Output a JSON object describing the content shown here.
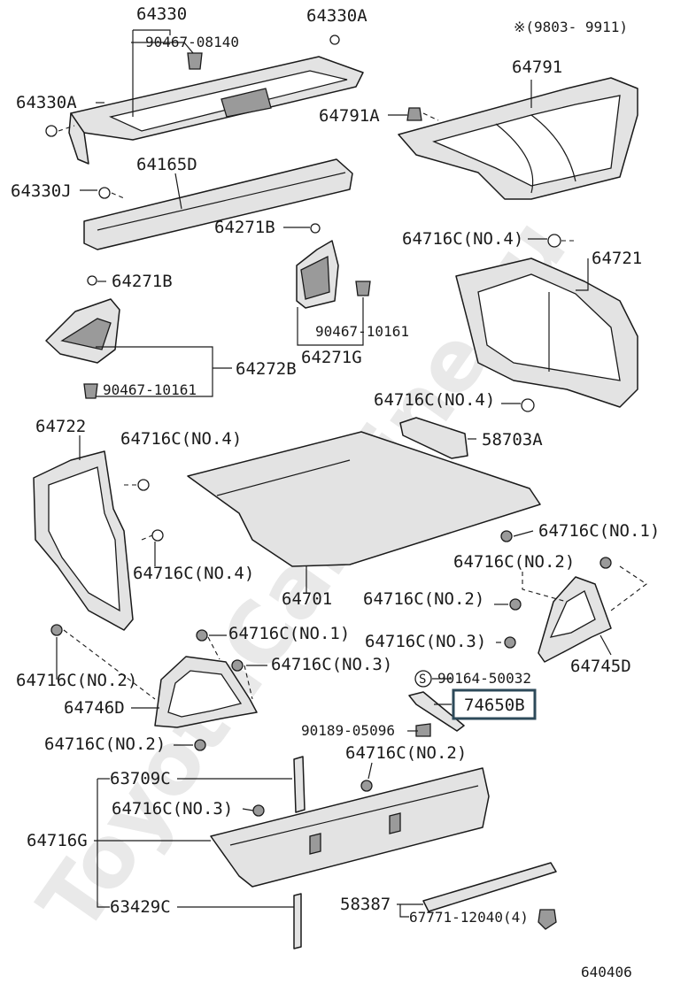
{
  "watermark": "ToyotaCarMine.ru",
  "note": "※(9803- 9911)",
  "footer_code": "640406",
  "highlighted_part": "74650B",
  "labels": {
    "p64330": "64330",
    "p64330A_top": "64330A",
    "p90467_08140": "90467-08140",
    "p64330A_left": "64330A",
    "p64791": "64791",
    "p64791A": "64791A",
    "p64165D": "64165D",
    "p64330J": "64330J",
    "p64271B_upper": "64271B",
    "p64716C_no4_a": "64716C(NO.4)",
    "p64721": "64721",
    "p64271B_lower": "64271B",
    "p90467_10161_a": "90467-10161",
    "p64271G": "64271G",
    "p64272B": "64272B",
    "p90467_10161_b": "90467-10161",
    "p64716C_no4_b": "64716C(NO.4)",
    "p64722": "64722",
    "p64716C_no4_c": "64716C(NO.4)",
    "p58703A": "58703A",
    "p64716C_no1_a": "64716C(NO.1)",
    "p64716C_no2_a": "64716C(NO.2)",
    "p64716C_no4_d": "64716C(NO.4)",
    "p64701": "64701",
    "p64716C_no2_b": "64716C(NO.2)",
    "p64716C_no1_b": "64716C(NO.1)",
    "p64716C_no3_a": "64716C(NO.3)",
    "p64745D": "64745D",
    "p64716C_no3_b": "64716C(NO.3)",
    "p64716C_no2_c": "64716C(NO.2)",
    "p90164_50032": "90164-50032",
    "p64746D": "64746D",
    "p74650B": "74650B",
    "p90189_05096": "90189-05096",
    "p64716C_no2_d": "64716C(NO.2)",
    "p64716C_no2_e": "64716C(NO.2)",
    "p63709C": "63709C",
    "p64716C_no3_c": "64716C(NO.3)",
    "p64716G": "64716G",
    "p58387": "58387",
    "p63429C": "63429C",
    "p67771_12040": "67771-12040(4)",
    "s_marker": "S"
  }
}
